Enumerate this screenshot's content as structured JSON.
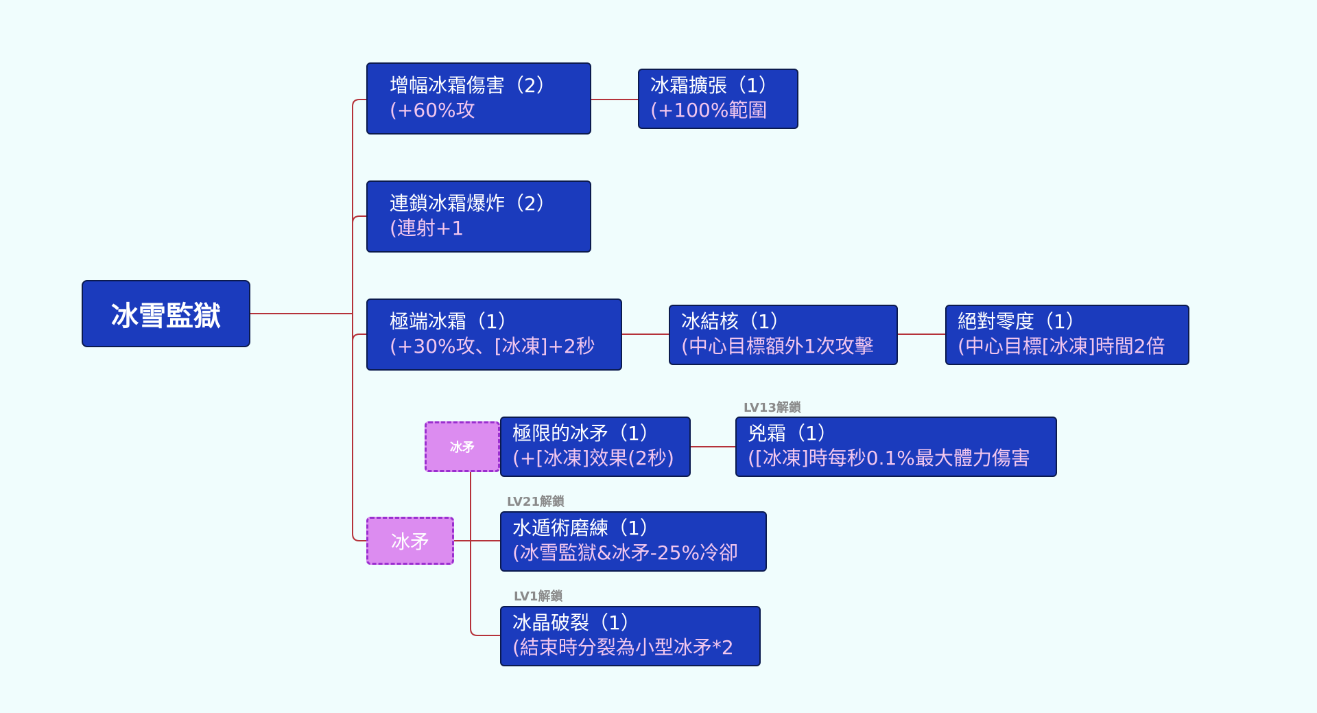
{
  "root": {
    "label": "冰雪監獄"
  },
  "nodes": {
    "amp": {
      "title": "增幅冰霜傷害（2）",
      "desc": "(+60%攻"
    },
    "expand": {
      "title": "冰霜擴張（1）",
      "desc": "(+100%範圍"
    },
    "chain": {
      "title": "連鎖冰霜爆炸（2）",
      "desc": "(連射+1"
    },
    "extreme": {
      "title": "極端冰霜（1）",
      "desc": "(+30%攻、[冰凍]+2秒"
    },
    "core": {
      "title": "冰結核（1）",
      "desc": "(中心目標額外1次攻擊"
    },
    "zero": {
      "title": "絕對零度（1）",
      "desc": "(中心目標[冰凍]時間2倍"
    },
    "limit": {
      "title": "極限的冰矛（1）",
      "desc": "(+[冰凍]效果(2秒)"
    },
    "fierce": {
      "title": "兇霜（1）",
      "desc": "([冰凍]時每秒0.1%最大體力傷害"
    },
    "shield": {
      "title": "水遁術磨練（1）",
      "desc": "(冰雪監獄&冰矛-25%冷卻"
    },
    "shatter": {
      "title": "冰晶破裂（1）",
      "desc": "(結束時分裂為小型冰矛*2"
    }
  },
  "tags": {
    "spear_small": "冰矛",
    "spear": "冰矛"
  },
  "locks": {
    "lv13": "LV13解鎖",
    "lv21": "LV21解鎖",
    "lv1": "LV1解鎖"
  },
  "colors": {
    "background": "#f0fdfd",
    "node": "#1b3bbd",
    "node_border": "#0b1a4e",
    "desc_text": "#f2c6ee",
    "tag": "#dc8cf0",
    "tag_border": "#9a2fcf",
    "link": "#b5323a"
  }
}
